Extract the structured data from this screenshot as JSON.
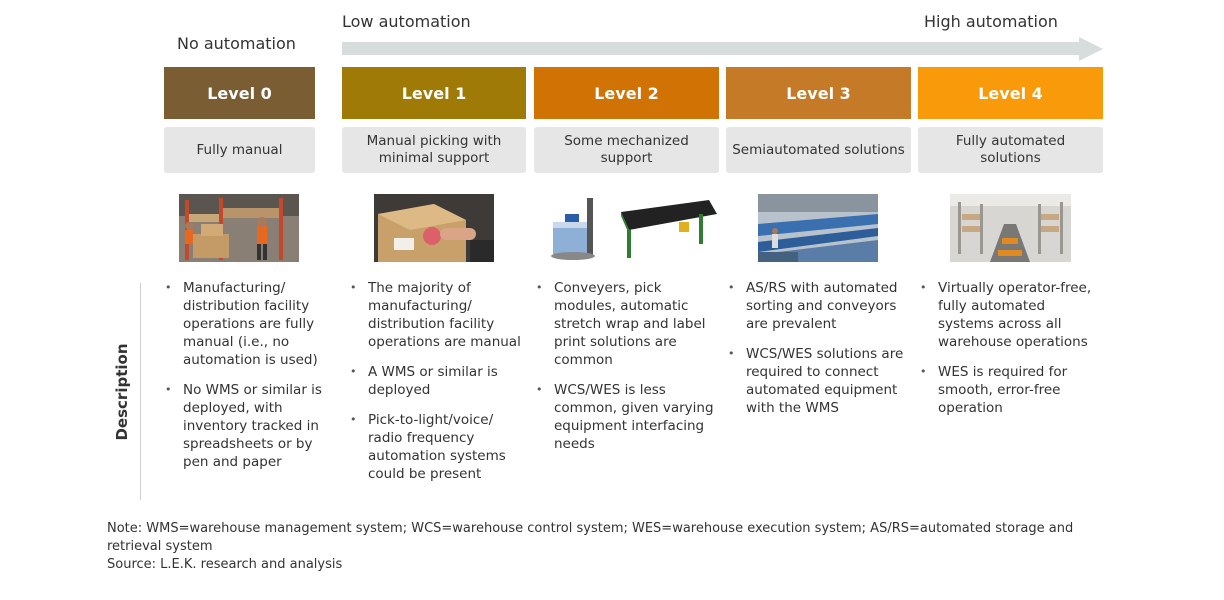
{
  "header": {
    "no_automation": "No automation",
    "low_automation": "Low automation",
    "high_automation": "High automation"
  },
  "colors": {
    "level0": "#7b5d33",
    "level1": "#a07a07",
    "level2": "#d07304",
    "level3": "#c47a26",
    "level4": "#f99a0b",
    "arrow": "#d7dcdc",
    "subtitle_bg": "#e6e6e6"
  },
  "levels": [
    {
      "label": "Level 0",
      "subtitle": "Fully manual",
      "image_icon": "warehouse-workers-photo",
      "bullets": [
        "Manufacturing/ distribution facility operations are fully manual (i.e., no automation is used)",
        "No WMS or similar is deployed, with inventory tracked in spreadsheets or by pen and paper"
      ]
    },
    {
      "label": "Level 1",
      "subtitle": "Manual picking with minimal support",
      "image_icon": "box-scanning-photo",
      "bullets": [
        "The majority of manufacturing/ distribution facility operations are manual",
        "A WMS or similar is deployed",
        "Pick-to-light/voice/ radio frequency automation systems could be present"
      ]
    },
    {
      "label": "Level 2",
      "subtitle": "Some mechanized support",
      "image_icon": "stretch-wrap-and-conveyor-photo",
      "bullets": [
        "Conveyers, pick modules, automatic stretch wrap and label print solutions are common",
        "WCS/WES is less common, given varying equipment interfacing needs"
      ]
    },
    {
      "label": "Level 3",
      "subtitle": "Semiautomated solutions",
      "image_icon": "sorting-facility-photo",
      "bullets": [
        "AS/RS with automated sorting and conveyors are prevalent",
        "WCS/WES solutions are required to connect automated equipment with the WMS"
      ]
    },
    {
      "label": "Level 4",
      "subtitle": "Fully automated solutions",
      "image_icon": "automated-warehouse-photo",
      "bullets": [
        "Virtually operator-free, fully automated systems across all warehouse operations",
        "WES is required for smooth, error-free operation"
      ]
    }
  ],
  "description_label": "Description",
  "note": "Note: WMS=warehouse management system; WCS=warehouse control system; WES=warehouse execution system; AS/RS=automated storage and retrieval system",
  "source": "Source: L.E.K. research and analysis"
}
